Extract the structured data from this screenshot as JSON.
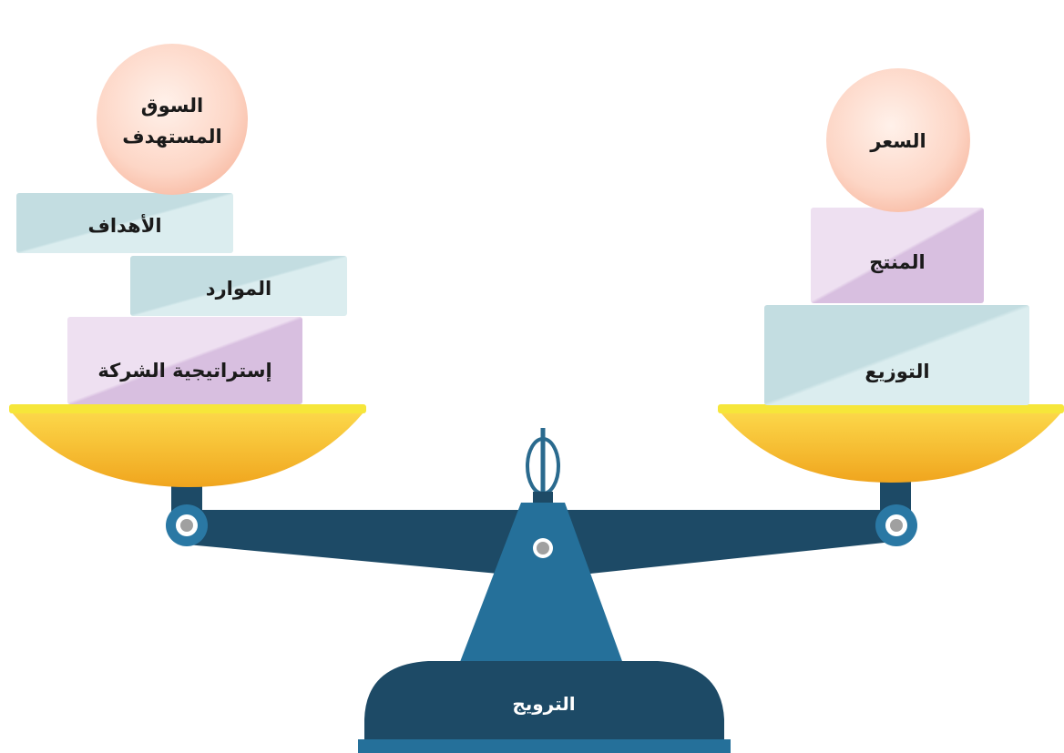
{
  "left_pan": {
    "circle_lines": [
      "السوق",
      "المستهدف"
    ],
    "blocks": [
      "الأهداف",
      "الموارد",
      "إستراتيجية الشركة"
    ]
  },
  "right_pan": {
    "circle_label": "السعر",
    "blocks": [
      "المنتج",
      "التوزيع"
    ]
  },
  "base_label": "الترويج",
  "colors": {
    "circle_fill": "#fdd3c2",
    "teal_block": "#cfe4e8",
    "purple_block": "#e4d0e8",
    "pan_yellow": "#f8c62e",
    "scale_dark": "#1d4a66",
    "scale_mid": "#236b93"
  }
}
